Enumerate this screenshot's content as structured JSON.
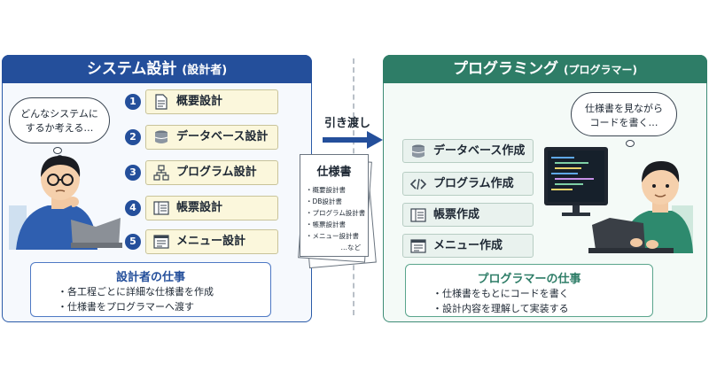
{
  "designer": {
    "title": "システム設計",
    "subtitle": "(設計者)",
    "thought": [
      "どんなシステムに",
      "するか考える…"
    ],
    "steps": [
      {
        "num": "1",
        "label": "概要設計",
        "icon": "document-icon"
      },
      {
        "num": "2",
        "label": "データベース設計",
        "icon": "database-icon"
      },
      {
        "num": "3",
        "label": "プログラム設計",
        "icon": "hierarchy-icon"
      },
      {
        "num": "4",
        "label": "帳票設計",
        "icon": "form-icon"
      },
      {
        "num": "5",
        "label": "メニュー設計",
        "icon": "menu-window-icon"
      }
    ],
    "task_title": "設計者の仕事",
    "tasks": [
      "・各工程ごとに詳細な仕様書を作成",
      "・仕様書をプログラマーへ渡す"
    ]
  },
  "handoff": {
    "label": "引き渡し",
    "doc_title": "仕様書",
    "doc_items": [
      "・概要設計書",
      "・DB設計書",
      "・プログラム設計書",
      "・帳票設計書",
      "・メニュー設計書"
    ],
    "doc_more": "…など"
  },
  "programmer": {
    "title": "プログラミング",
    "subtitle": "(プログラマー)",
    "thought": [
      "仕様書を見ながら",
      "コードを書く…"
    ],
    "items": [
      {
        "label": "データベース作成",
        "icon": "database-icon"
      },
      {
        "label": "プログラム作成",
        "icon": "code-icon"
      },
      {
        "label": "帳票作成",
        "icon": "form-icon"
      },
      {
        "label": "メニュー作成",
        "icon": "menu-window-icon"
      }
    ],
    "task_title": "プログラマーの仕事",
    "tasks": [
      "・仕様書をもとにコードを書く",
      "・設計内容を理解して実装する"
    ]
  },
  "colors": {
    "designer_blue": "#244f9b",
    "programmer_green": "#2e7d67",
    "step_fill": "#fbf7dc"
  }
}
